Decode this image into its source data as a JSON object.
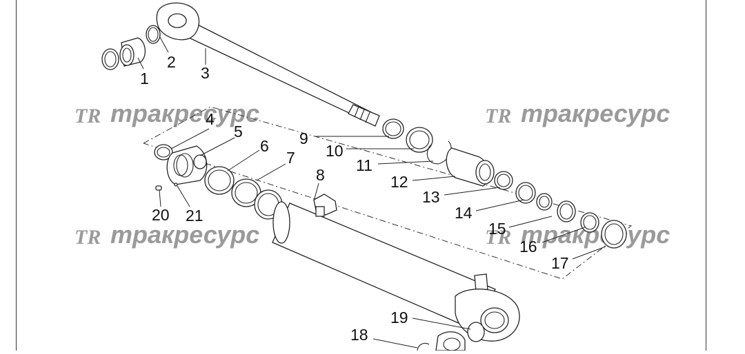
{
  "watermark": {
    "logo": "TR",
    "text": "тракресурс"
  },
  "callouts": [
    "1",
    "2",
    "3",
    "4",
    "5",
    "6",
    "7",
    "8",
    "9",
    "10",
    "11",
    "12",
    "13",
    "14",
    "15",
    "16",
    "17",
    "18",
    "19",
    "20",
    "21"
  ]
}
